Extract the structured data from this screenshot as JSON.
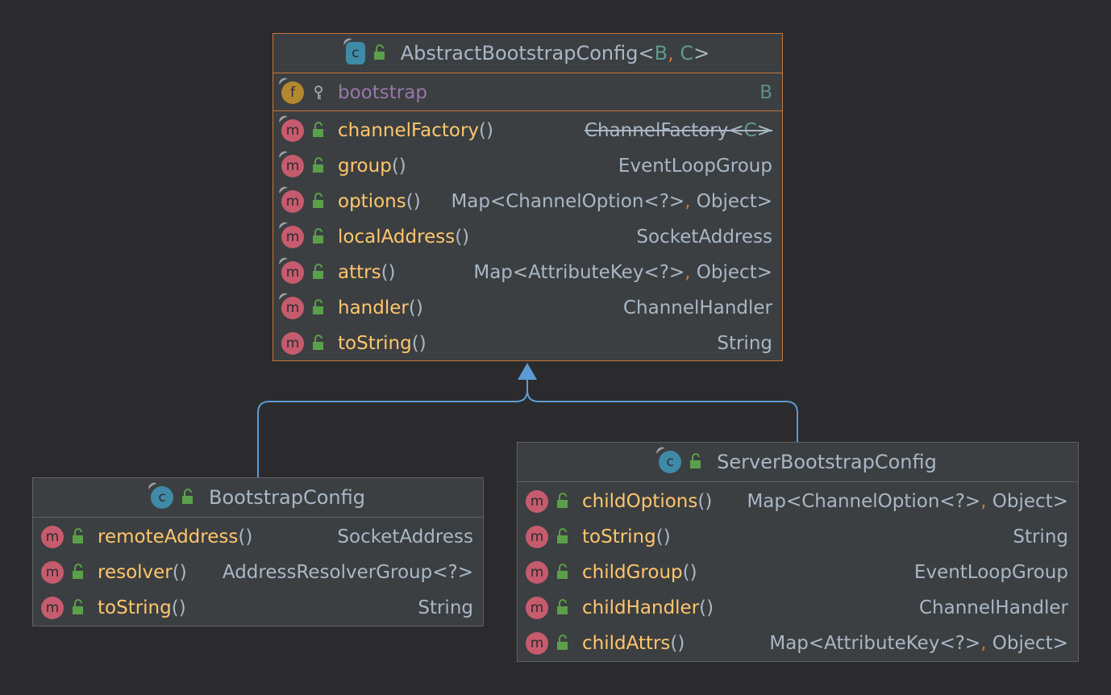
{
  "colors": {
    "background": "#2b2b2d",
    "node_fill": "#3c3f41",
    "selected_border": "#c4773c",
    "method_name": "#ffc66d",
    "field_name": "#9876aa",
    "edge": "#5b9bd5",
    "method_icon": "#c75b6e",
    "field_icon": "#b4882f",
    "class_icon": "#3f8aa6",
    "public_lock": "#5aa04a"
  },
  "abstract": {
    "icon": "abstract-class-icon",
    "name": "AbstractBootstrapConfig",
    "lt": "<",
    "tp1": "B",
    "comma": ",",
    "tp2": "C",
    "gt": ">",
    "field": {
      "name": "bootstrap",
      "type": "B"
    },
    "m0": {
      "name": "channelFactory",
      "paren": "()",
      "type_pre": "ChannelFactory<",
      "type_tp": "C",
      "type_post": ">"
    },
    "m1": {
      "name": "group",
      "paren": "()",
      "type": "EventLoopGroup"
    },
    "m2": {
      "name": "options",
      "paren": "()",
      "type_pre": "Map<ChannelOption<?>",
      "type_comma": ",",
      "type_post": " Object>"
    },
    "m3": {
      "name": "localAddress",
      "paren": "()",
      "type": "SocketAddress"
    },
    "m4": {
      "name": "attrs",
      "paren": "()",
      "type_pre": "Map<AttributeKey<?>",
      "type_comma": ",",
      "type_post": " Object>"
    },
    "m5": {
      "name": "handler",
      "paren": "()",
      "type": "ChannelHandler"
    },
    "m6": {
      "name": "toString",
      "paren": "()",
      "type": "String"
    }
  },
  "bootstrap": {
    "icon": "class-icon",
    "name": "BootstrapConfig",
    "m0": {
      "name": "remoteAddress",
      "paren": "()",
      "type": "SocketAddress"
    },
    "m1": {
      "name": "resolver",
      "paren": "()",
      "type": "AddressResolverGroup<?>"
    },
    "m2": {
      "name": "toString",
      "paren": "()",
      "type": "String"
    }
  },
  "server": {
    "icon": "class-icon",
    "name": "ServerBootstrapConfig",
    "m0": {
      "name": "childOptions",
      "paren": "()",
      "type_pre": "Map<ChannelOption<?>",
      "type_comma": ",",
      "type_post": " Object>"
    },
    "m1": {
      "name": "toString",
      "paren": "()",
      "type": "String"
    },
    "m2": {
      "name": "childGroup",
      "paren": "()",
      "type": "EventLoopGroup"
    },
    "m3": {
      "name": "childHandler",
      "paren": "()",
      "type": "ChannelHandler"
    },
    "m4": {
      "name": "childAttrs",
      "paren": "()",
      "type_pre": "Map<AttributeKey<?>",
      "type_comma": ",",
      "type_post": " Object>"
    }
  },
  "glyphs": {
    "m": "m",
    "f": "f",
    "c": "c"
  },
  "edges": [
    {
      "from": "BootstrapConfig",
      "to": "AbstractBootstrapConfig",
      "kind": "extends"
    },
    {
      "from": "ServerBootstrapConfig",
      "to": "AbstractBootstrapConfig",
      "kind": "extends"
    }
  ]
}
